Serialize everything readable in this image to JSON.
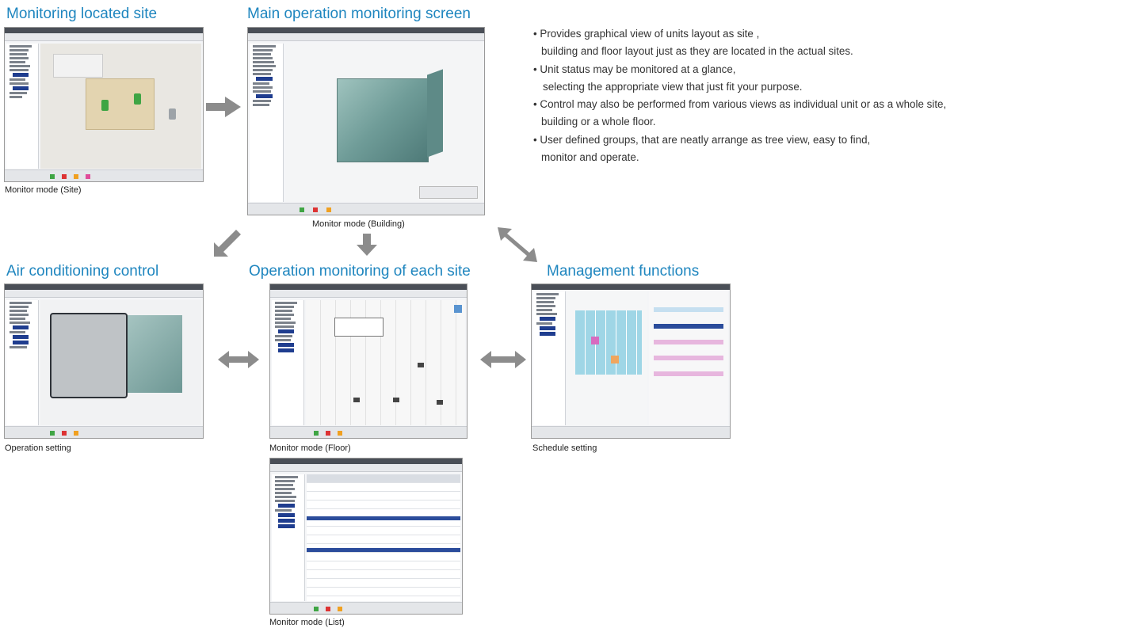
{
  "headings": {
    "site": "Monitoring located site",
    "main": "Main operation monitoring screen",
    "air": "Air conditioning control",
    "operation": "Operation monitoring of each site",
    "management": "Management functions"
  },
  "captions": {
    "site": "Monitor mode (Site)",
    "building": "Monitor mode (Building)",
    "operation_setting": "Operation setting",
    "floor": "Monitor mode (Floor)",
    "list": "Monitor mode (List)",
    "schedule": "Schedule setting"
  },
  "bullets": [
    "• Provides graphical view of units layout as site ,",
    "building and floor layout just as they are located in the actual sites.",
    "• Unit status may be monitored at a glance,",
    "selecting the appropriate view that just fit your purpose.",
    "• Control may also be performed from various views as individual unit or as a whole site,",
    "building  or a whole floor.",
    "• User defined groups, that are neatly arrange as tree view, easy to find,",
    "monitor and operate."
  ],
  "colors": {
    "heading": "#1f86bf",
    "arrow": "#8c8c8c",
    "tree_selected": "#1f3d8f"
  }
}
